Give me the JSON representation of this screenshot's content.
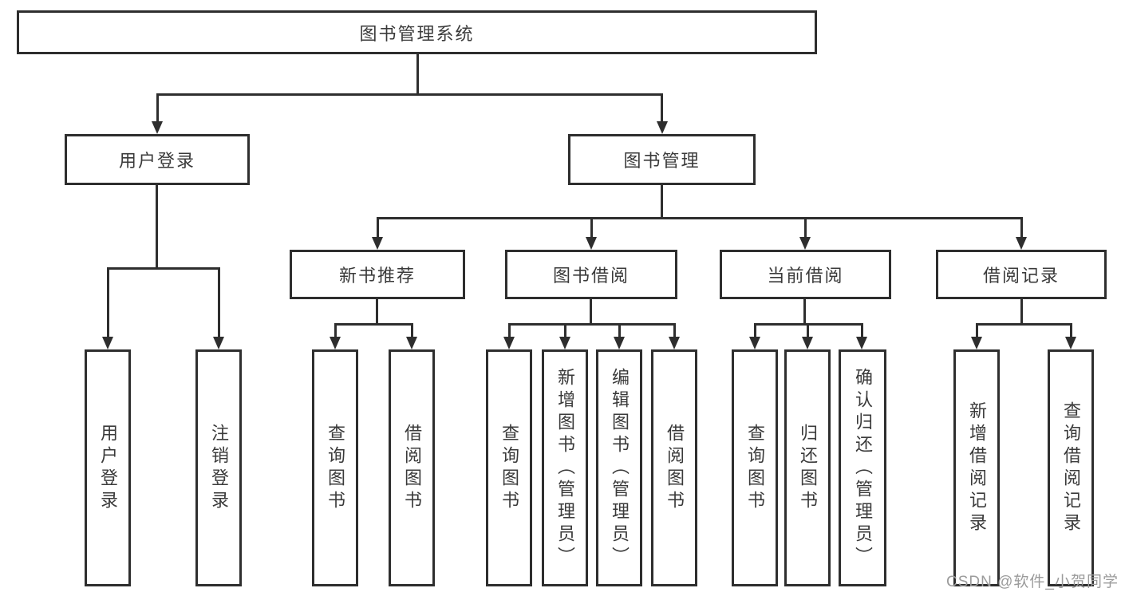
{
  "tree": {
    "root": "图书管理系统",
    "level1": [
      "用户登录",
      "图书管理"
    ],
    "level2": [
      "新书推荐",
      "图书借阅",
      "当前借阅",
      "借阅记录"
    ],
    "leaves": {
      "user_login": [
        "用户登录",
        "注销登录"
      ],
      "new_book": [
        "查询图书",
        "借阅图书"
      ],
      "book_borrow": [
        "查询图书",
        "新增图书（管理员）",
        "编辑图书（管理员）",
        "借阅图书"
      ],
      "current_borrow": [
        "查询图书",
        "归还图书",
        "确认归还（管理员）"
      ],
      "borrow_record": [
        "新增借阅记录",
        "查询借阅记录"
      ]
    }
  },
  "watermark": "CSDN @软件_小贺同学",
  "colors": {
    "line": "#2e2e2e",
    "text": "#3a3a3a",
    "background": "#ffffff",
    "watermark": "#9b9b9b"
  }
}
